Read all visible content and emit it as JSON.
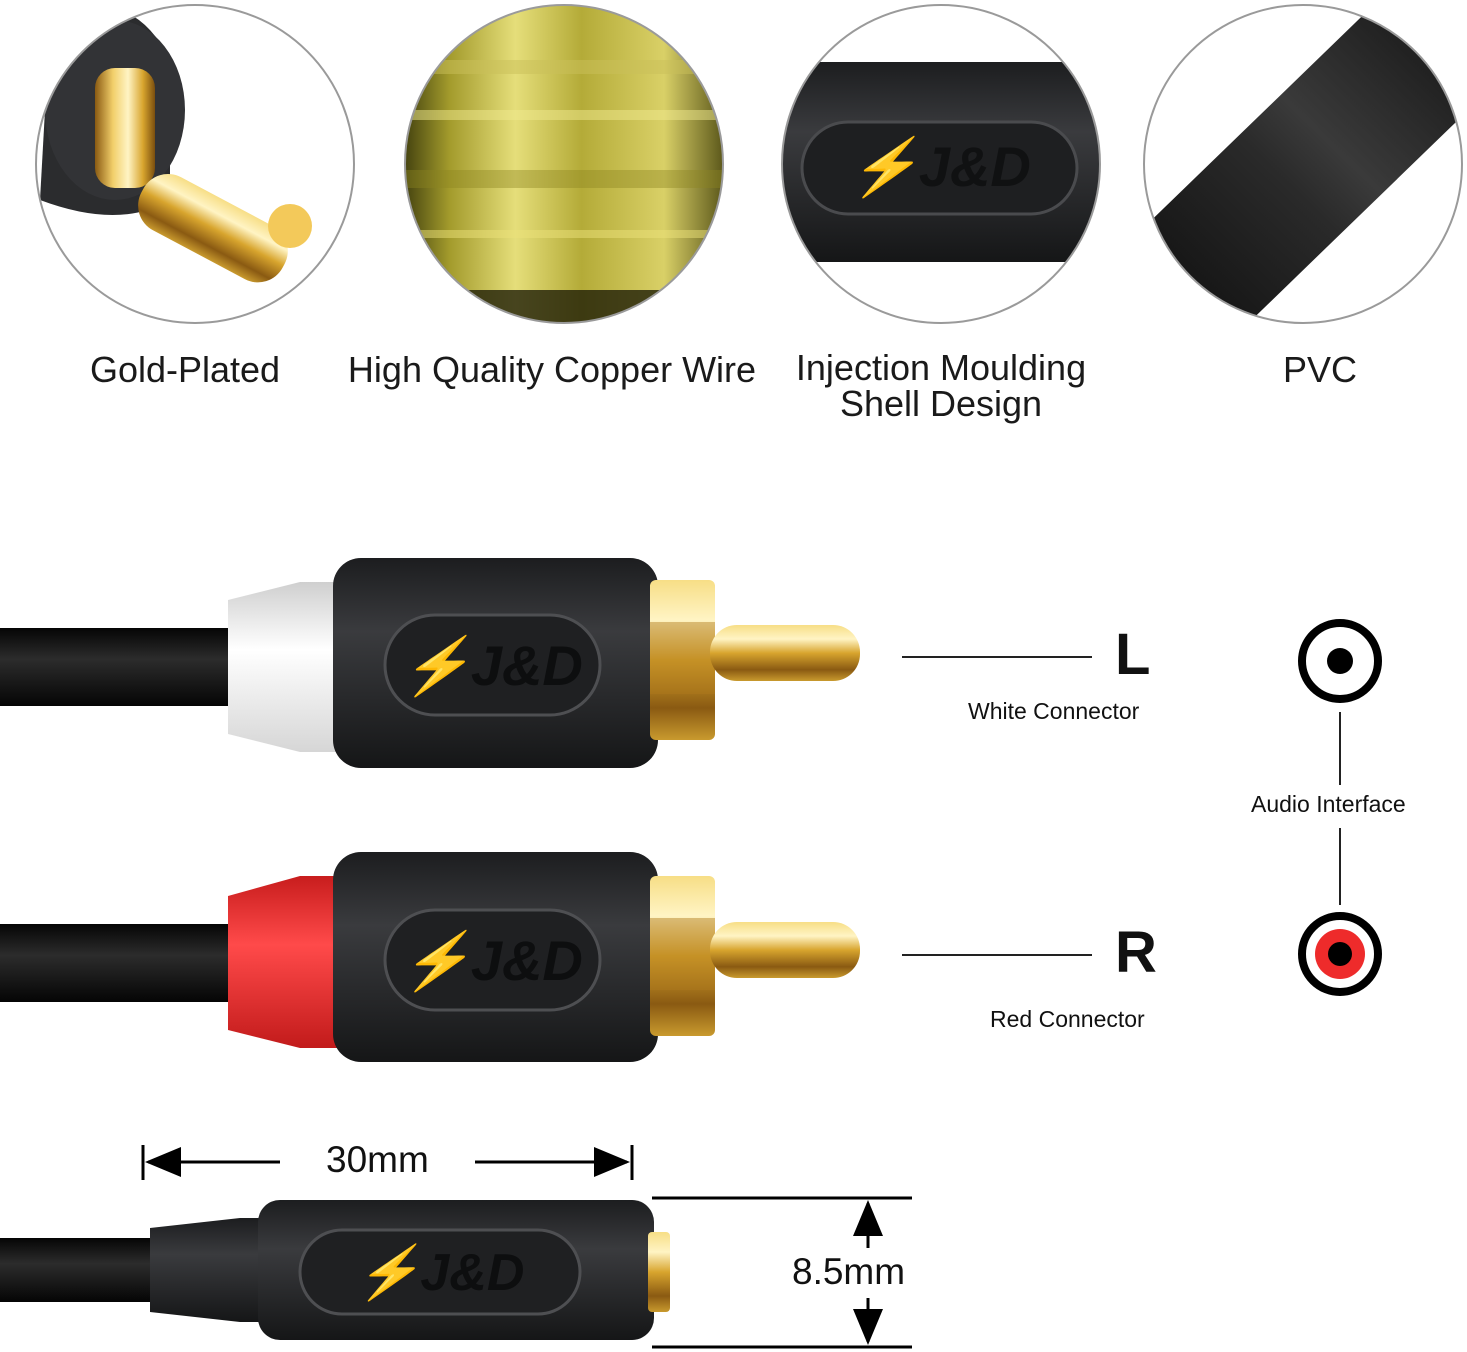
{
  "features": [
    {
      "id": "gold",
      "label_lines": [
        "Gold-Plated"
      ]
    },
    {
      "id": "copper",
      "label_lines": [
        "High Quality Copper Wire"
      ]
    },
    {
      "id": "moulding",
      "label_lines": [
        "Injection Moulding",
        "Shell Design"
      ]
    },
    {
      "id": "pvc",
      "label_lines": [
        "PVC"
      ]
    }
  ],
  "connectors": {
    "left": {
      "letter": "L",
      "label": "White Connector",
      "collar_color": "#eeeeee"
    },
    "right": {
      "letter": "R",
      "label": "Red Connector",
      "collar_color": "#ee2b2b"
    }
  },
  "audio_interface": {
    "label": "Audio Interface"
  },
  "dimensions": {
    "length": "30mm",
    "diameter": "8.5mm"
  },
  "colors": {
    "gold": "#d8a52e",
    "shell": "#2a2b2d",
    "cable": "#0e0e0e",
    "red": "#ee2b2b"
  }
}
